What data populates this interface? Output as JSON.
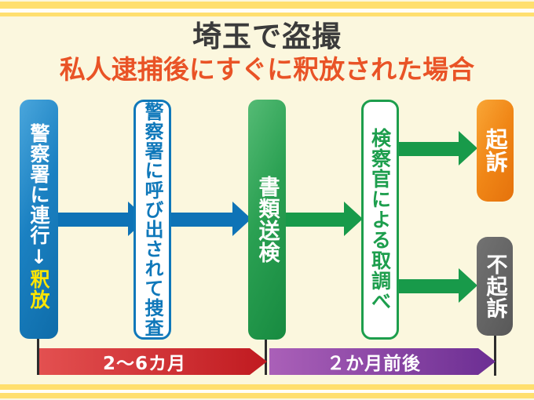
{
  "header": {
    "title": "埼玉で盗撮",
    "subtitle": "私人逮捕後にすぐに釈放された場合"
  },
  "flow": {
    "step_police": {
      "label_main": "警察署に連行↓",
      "label_highlight": "釈放"
    },
    "step_summons": {
      "label": "警察署に呼び出されて捜査"
    },
    "step_papers": {
      "label": "書類送検"
    },
    "step_prosecutor": {
      "label": "検察官による取調べ"
    },
    "outcome_indictment": {
      "label": "起訴"
    },
    "outcome_non_indictment": {
      "label": "不起訴"
    }
  },
  "timeline": {
    "period1": {
      "label": "2〜6カ月"
    },
    "period2": {
      "label": "２か月前後"
    }
  },
  "colors": {
    "background": "#fbf7de",
    "stripe_yellow": "#ffdf6e",
    "title_text": "#3b3b3b",
    "subtitle_text": "#e95326",
    "blue": "#0f78ba",
    "green": "#1d9e4d",
    "orange": "#f08616",
    "gray": "#636363",
    "red_banner": "#c9242a",
    "purple_banner": "#7b3ba0",
    "highlight_yellow": "#ffe600"
  }
}
